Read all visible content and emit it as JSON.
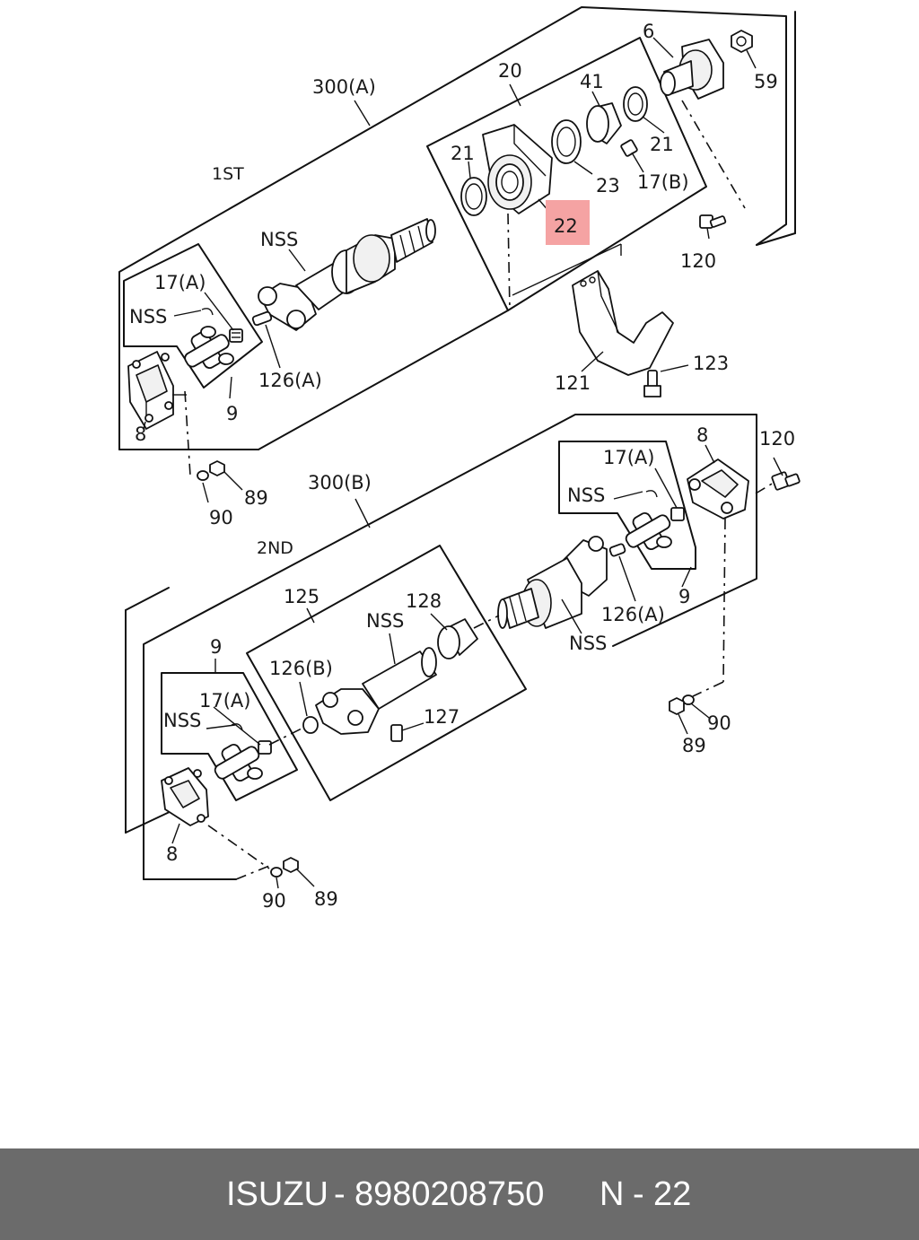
{
  "labels": {
    "assy_a": "300(A)",
    "assy_b": "300(B)",
    "first": "1ST",
    "second": "2ND",
    "p20": "20",
    "p6": "6",
    "p59": "59",
    "p41": "41",
    "p21_top": "21",
    "p21_right": "21",
    "p23": "23",
    "p17b": "17(B)",
    "p22": "22",
    "nss_a_shaft": "NSS",
    "p17a_a": "17(A)",
    "nss_a_cross": "NSS",
    "p126a_a": "126(A)",
    "p9_a": "9",
    "p8_a": "8",
    "p120_a": "120",
    "p121": "121",
    "p123": "123",
    "p90_a": "90",
    "p89_a": "89",
    "p8_b_right": "8",
    "p120_b": "120",
    "p17a_b_right": "17(A)",
    "nss_b_right_cross": "NSS",
    "p126a_b": "126(A)",
    "p9_b_right": "9",
    "nss_b_sleeve": "NSS",
    "p125": "125",
    "p128": "128",
    "nss_b_shaft": "NSS",
    "p126b": "126(B)",
    "p127": "127",
    "p9_b_left": "9",
    "p17a_b_left": "17(A)",
    "nss_b_left_cross": "NSS",
    "p8_b_left": "8",
    "p90_b_right": "90",
    "p89_b_right": "89",
    "p90_b_left": "90",
    "p89_b_left": "89"
  },
  "highlight": {
    "part": "22",
    "color": "#f5a3a3"
  },
  "footer": {
    "brand": "ISUZU",
    "sep1": "-",
    "part_number": "8980208750",
    "code": "N",
    "sep2": "-",
    "index": "22",
    "background": "#6b6b6b",
    "text_color": "#ffffff"
  }
}
